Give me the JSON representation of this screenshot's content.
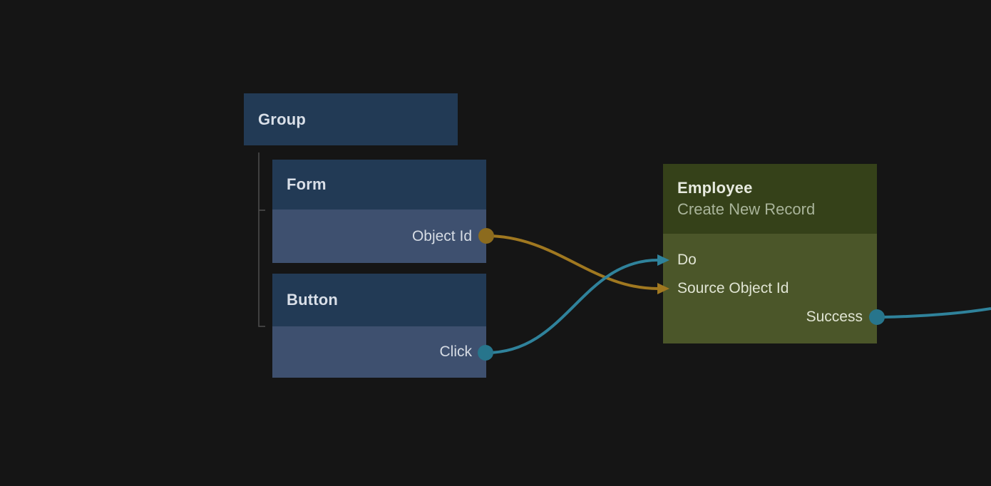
{
  "canvas": {
    "background": "#151515",
    "tree_line_color": "#4e4e4e"
  },
  "nodes": {
    "group": {
      "title": "Group",
      "header_color": "#223a55",
      "title_color": "#d9dfe8"
    },
    "form": {
      "title": "Form",
      "header_color": "#223a55",
      "body_color": "#3e506f",
      "ports": [
        {
          "label": "Object Id",
          "direction": "output",
          "dot_color": "#8c6b1e"
        }
      ]
    },
    "button": {
      "title": "Button",
      "header_color": "#223a55",
      "body_color": "#3e506f",
      "ports": [
        {
          "label": "Click",
          "direction": "output",
          "dot_color": "#27758c"
        }
      ]
    },
    "employee": {
      "title": "Employee",
      "subtitle": "Create New Record",
      "header_color": "#354119",
      "body_color": "#4b5629",
      "subtitle_color": "#a9b49a",
      "ports": [
        {
          "label": "Do",
          "direction": "input",
          "accent_color": "#2f829b"
        },
        {
          "label": "Source Object Id",
          "direction": "input",
          "accent_color": "#a07820"
        },
        {
          "label": "Success",
          "direction": "output",
          "dot_color": "#27758c"
        }
      ]
    }
  },
  "edges": [
    {
      "from": "Form / Object Id",
      "to": "Employee / Source Object Id",
      "color": "#a07820"
    },
    {
      "from": "Button / Click",
      "to": "Employee / Do",
      "color": "#2f829b"
    },
    {
      "from": "Employee / Success",
      "to": "offscreen-right",
      "color": "#2f829b"
    }
  ]
}
